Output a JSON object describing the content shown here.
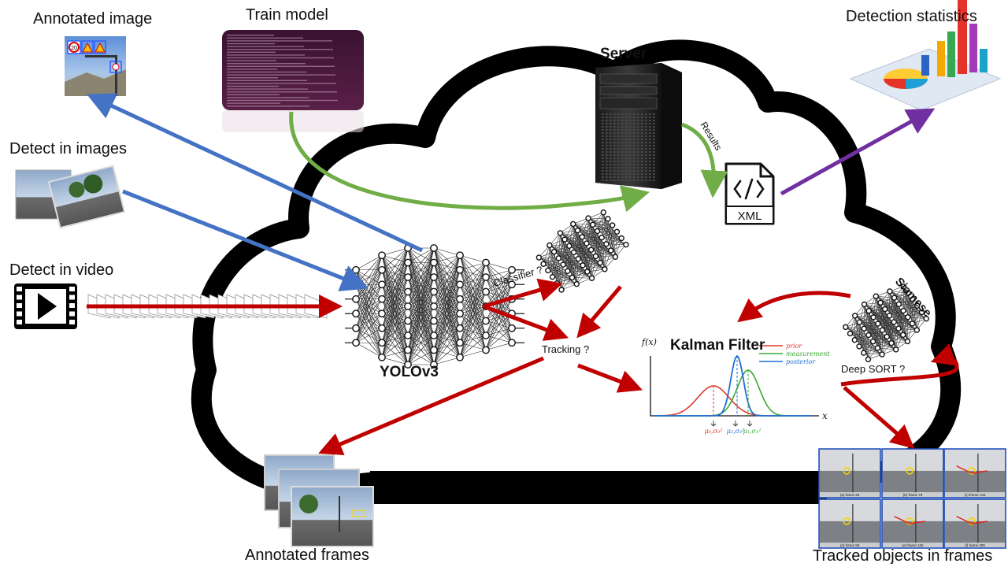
{
  "labels": {
    "annotated_image": "Annotated image",
    "train_model": "Train model",
    "server": "Server",
    "detection_statistics": "Detection statistics",
    "detect_in_images": "Detect in images",
    "detect_in_video": "Detect in video",
    "results": "Results",
    "xml": "XML",
    "classifier": "Classifier ?",
    "tracking": "Tracking ?",
    "yolo": "YOLOv3",
    "kalman": "Kalman Filter",
    "siamese": "Siamese",
    "deep_sort": "Deep SORT ?",
    "annotated_frames": "Annotated frames",
    "tracked_objects": "Tracked objects in frames"
  },
  "kalman_plot": {
    "fx": "f(x)",
    "x": "x",
    "legend": [
      "prior",
      "measurement",
      "posterior"
    ],
    "ticks": [
      "μ₀,σ₀²",
      "μ₂,σ₂²",
      "μ₁,σ₁²"
    ]
  },
  "sign_text": "20",
  "frame_captions": [
    "(a) frame 28",
    "(b) frame 79",
    "(c) frame 134",
    "(d) frame 59",
    "(e) frame 125",
    "(f) frame 305"
  ],
  "colors": {
    "blue_arrow": "#4472C4",
    "green_arrow": "#70AD47",
    "purple_arrow": "#7030A0",
    "red_arrow": "#C00000",
    "cloud": "#000000",
    "prior": "#e03a2a",
    "measurement": "#3aaa35",
    "posterior": "#1f6fd6"
  }
}
